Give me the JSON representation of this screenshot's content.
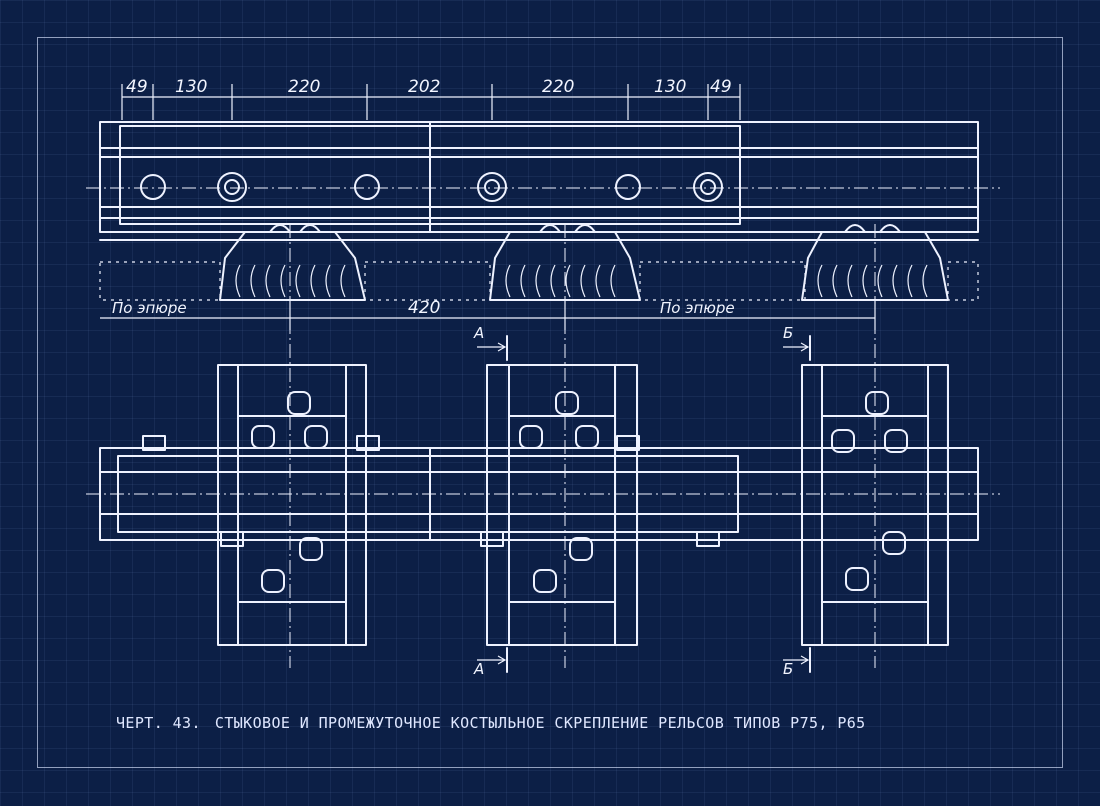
{
  "drawing": {
    "dimensions_top": [
      "49",
      "130",
      "220",
      "202",
      "220",
      "130",
      "49"
    ],
    "dimension_middle": "420",
    "label_po_epyure_left": "По эпюре",
    "label_po_epyure_right": "По эпюре",
    "section_a_top": "А",
    "section_a_bottom": "А",
    "section_b_top": "Б",
    "section_b_bottom": "Б"
  },
  "caption": {
    "number": "ЧЕРТ. 43.",
    "title": "СТЫКОВОЕ И ПРОМЕЖУТОЧНОЕ КОСТЫЛЬНОЕ СКРЕПЛЕНИЕ РЕЛЬСОВ ТИПОВ Р75, Р65"
  },
  "colors": {
    "background": "#0c1f46",
    "ink": "#eef2ff"
  }
}
